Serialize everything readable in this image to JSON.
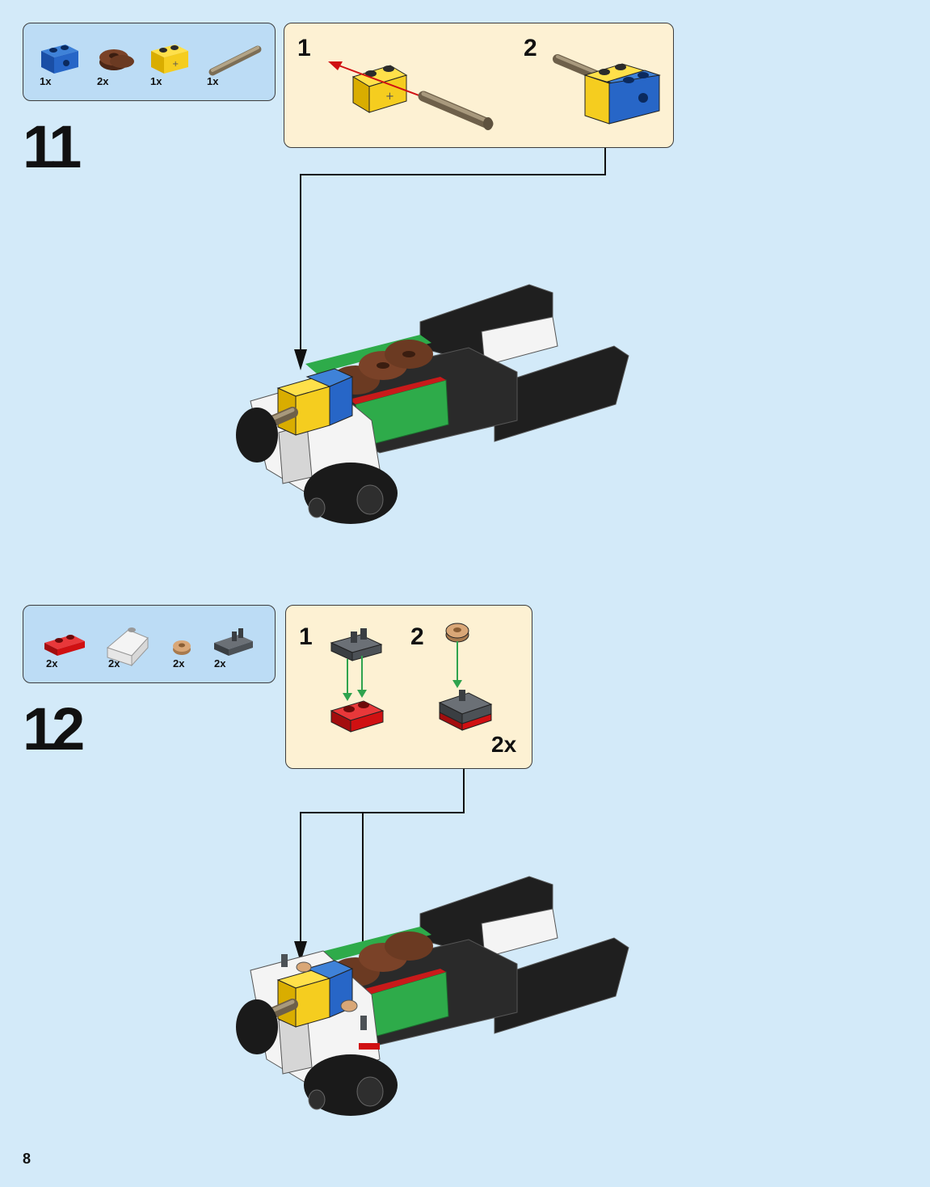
{
  "page": {
    "number": "8"
  },
  "steps": [
    {
      "number": "11",
      "parts": [
        {
          "qty": "1x",
          "icon": "blue-technic-brick-icon",
          "color": "#1f5fbf"
        },
        {
          "qty": "2x",
          "icon": "brown-round-plate-icon",
          "color": "#6b3a22"
        },
        {
          "qty": "1x",
          "icon": "yellow-technic-brick-icon",
          "color": "#f5cd1f"
        },
        {
          "qty": "1x",
          "icon": "tan-axle-icon",
          "color": "#9e8e72"
        }
      ],
      "substeps": [
        {
          "num": "1"
        },
        {
          "num": "2"
        }
      ]
    },
    {
      "number": "12",
      "parts": [
        {
          "qty": "2x",
          "icon": "red-plate-icon",
          "color": "#d01012"
        },
        {
          "qty": "2x",
          "icon": "white-slope-icon",
          "color": "#f4f4f4"
        },
        {
          "qty": "2x",
          "icon": "tan-round-plate-icon",
          "color": "#d9a777"
        },
        {
          "qty": "2x",
          "icon": "dark-grey-clip-plate-icon",
          "color": "#4c5156"
        }
      ],
      "substeps": [
        {
          "num": "1"
        },
        {
          "num": "2"
        }
      ],
      "substep_multiplier": "2x"
    }
  ]
}
